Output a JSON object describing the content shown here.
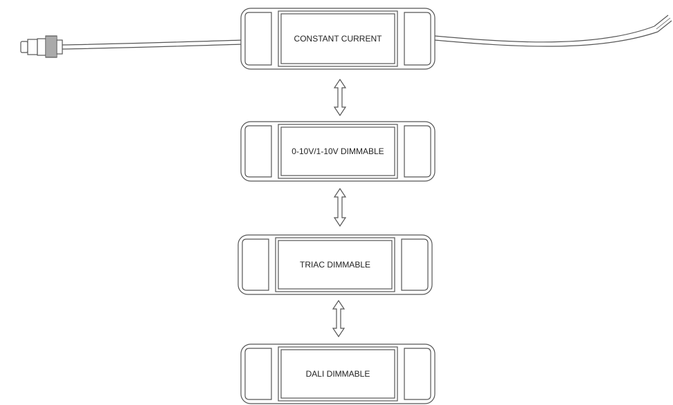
{
  "drivers": [
    {
      "label": "CONSTANT CURRENT"
    },
    {
      "label": "0-10V/1-10V DIMMABLE"
    },
    {
      "label": "TRIAC DIMMABLE"
    },
    {
      "label": "DALI DIMMABLE"
    }
  ],
  "colors": {
    "stroke": "#555555",
    "text": "#222222",
    "background": "#ffffff"
  },
  "icons": {
    "connector": "round-plug-connector-icon",
    "arrow": "double-headed-vertical-arrow-icon"
  }
}
